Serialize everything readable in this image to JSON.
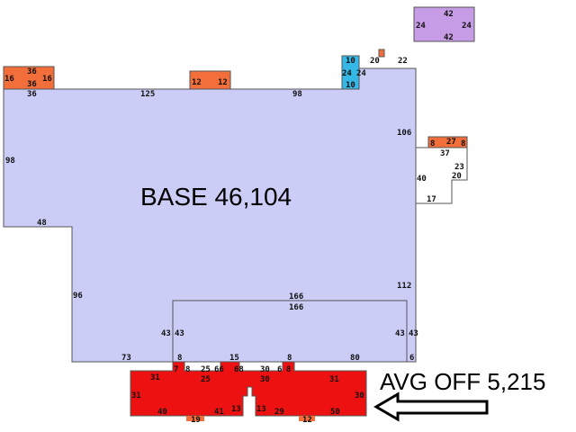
{
  "labels": {
    "base_area": "BASE 46,104",
    "office_area": "AVG OFF 5,215"
  },
  "colors": {
    "base": "#cccdf7",
    "office": "#ee1111",
    "porch": "#f26e3a",
    "purple": "#c79ce6",
    "blue": "#35b8e6",
    "outline": "#555555"
  },
  "dimensions": {
    "base_top_left": "36",
    "base_top_mid": "125",
    "base_top_right": "98",
    "base_left": "98",
    "base_step_top": "48",
    "base_lower_left": "96",
    "base_bottom_left": "73",
    "base_right_upper": "106",
    "base_right_lower": "112",
    "base_bottom_right": "80",
    "base_bottom_right_corner": "6",
    "base_bottom_post_a": "8",
    "base_bottom_mid": "15",
    "base_bottom_post_b": "8",
    "inner_top": "166",
    "inner_bottom": "166",
    "inner_left_a": "43",
    "inner_left_b": "43",
    "inner_right_a": "43",
    "inner_right_b": "43",
    "wing_top": "37",
    "wing_right_a": "23",
    "wing_right_b": "20",
    "wing_left": "40",
    "wing_bottom": "17",
    "tl_top": "36",
    "tl_left": "16",
    "tl_right": "16",
    "tl_bottom": "36",
    "mid_left": "12",
    "mid_right": "12",
    "purple_top": "42",
    "purple_left": "24",
    "purple_right": "24",
    "purple_bottom": "42",
    "blue_top": "10",
    "blue_left": "24",
    "blue_right": "24",
    "blue_bottom": "10",
    "small_a": "20",
    "small_b": "22",
    "orange_right_a": "8",
    "orange_right_b": "27",
    "orange_right_c": "8",
    "off_top_left": "31",
    "off_left_side": "31",
    "off_bottom_left": "40",
    "off_inner_a": "25",
    "off_inner_b": "25",
    "off_inner_c": "66",
    "off_inner_d": "68",
    "off_inner_e": "30",
    "off_inner_f": "6",
    "off_inner_g": "8",
    "off_inner_h": "30",
    "off_top_right": "31",
    "off_right_side": "30",
    "off_bottom_right": "50",
    "off_bottom_mid_a": "41",
    "off_bottom_mid_b": "13",
    "off_bottom_mid_c": "13",
    "off_bottom_mid_d": "29",
    "off_small_a": "8",
    "off_small_b": "7",
    "off_below_a": "19",
    "off_below_b": "12"
  }
}
